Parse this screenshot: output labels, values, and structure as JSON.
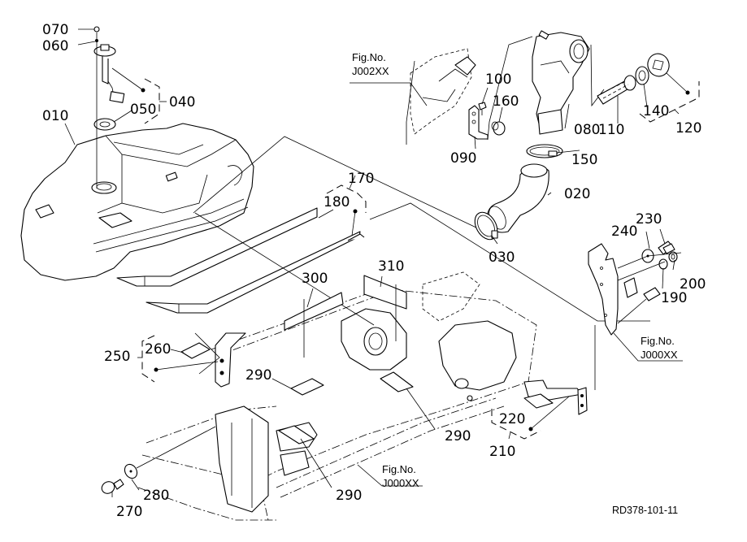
{
  "diagram": {
    "type": "exploded-parts-diagram",
    "drawing_code": "RD378-101-11",
    "parts": {
      "p010": "010",
      "p020": "020",
      "p030": "030",
      "p040": "040",
      "p050": "050",
      "p060": "060",
      "p070": "070",
      "p080": "080",
      "p090": "090",
      "p100": "100",
      "p110": "110",
      "p120": "120",
      "p140": "140",
      "p150": "150",
      "p160": "160",
      "p170": "170",
      "p180": "180",
      "p190": "190",
      "p200": "200",
      "p210": "210",
      "p220": "220",
      "p230": "230",
      "p240": "240",
      "p250": "250",
      "p260": "260",
      "p270": "270",
      "p280": "280",
      "p290a": "290",
      "p290b": "290",
      "p290c": "290",
      "p300": "300",
      "p310": "310"
    },
    "figure_refs": [
      {
        "line1": "Fig.No.",
        "line2": "J002XX"
      },
      {
        "line1": "Fig.No.",
        "line2": "J000XX"
      },
      {
        "line1": "Fig.No.",
        "line2": "J000XX"
      }
    ]
  }
}
